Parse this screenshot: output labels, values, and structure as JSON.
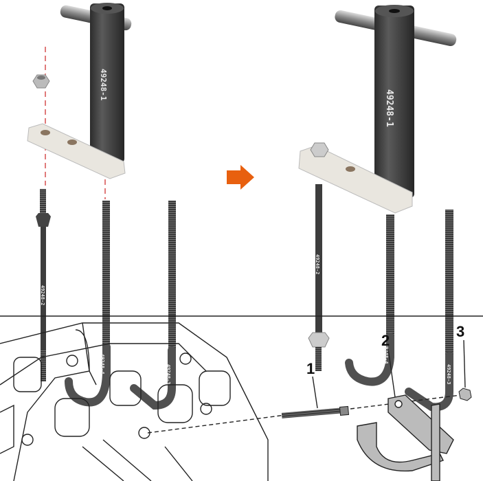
{
  "photo": {
    "part_labels": {
      "puller_body": "49248-1",
      "stud": "49248-2",
      "hook_bolt_a": "49248-4",
      "hook_bolt_b": "49248-3"
    },
    "arrow_color": "#e8600f",
    "guide_line_color": "#cc2222"
  },
  "diagram": {
    "callouts": [
      "1",
      "2",
      "3"
    ]
  }
}
